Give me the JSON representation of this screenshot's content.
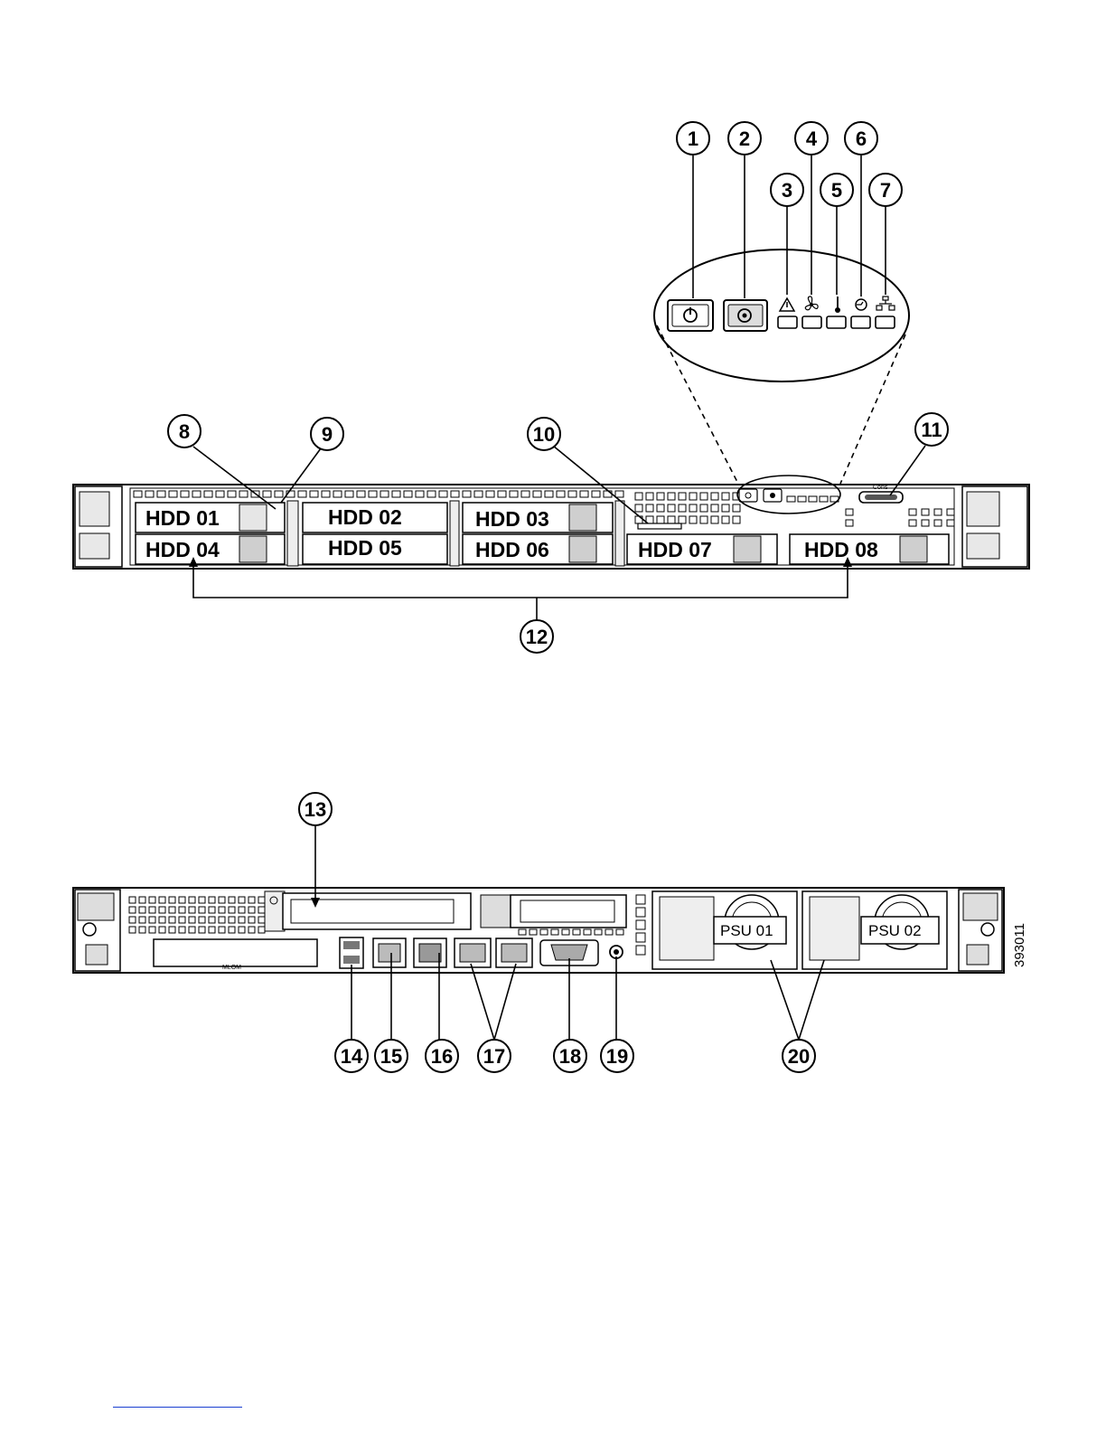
{
  "front_panel": {
    "drive_labels": [
      "HDD 01",
      "HDD 02",
      "HDD 03",
      "HDD 04",
      "HDD 05",
      "HDD 06",
      "HDD 07",
      "HDD 08"
    ],
    "callouts": [
      "1",
      "2",
      "3",
      "4",
      "5",
      "6",
      "7",
      "8",
      "9",
      "10",
      "11",
      "12"
    ],
    "console_text": "Cons"
  },
  "rear_panel": {
    "psu_labels": [
      "PSU 01",
      "PSU 02"
    ],
    "callouts": [
      "13",
      "14",
      "15",
      "16",
      "17",
      "18",
      "19",
      "20"
    ],
    "mlom_text": "MLOM",
    "figure_id": "393011"
  },
  "icons": {
    "power_button": "power-icon",
    "unit_id_button": "unit-id-icon",
    "system_status_led": "warning-triangle-icon",
    "fan_status_led": "fan-icon",
    "temperature_led": "thermometer-icon",
    "power_supply_led": "power-supply-icon",
    "network_led": "network-icon"
  }
}
